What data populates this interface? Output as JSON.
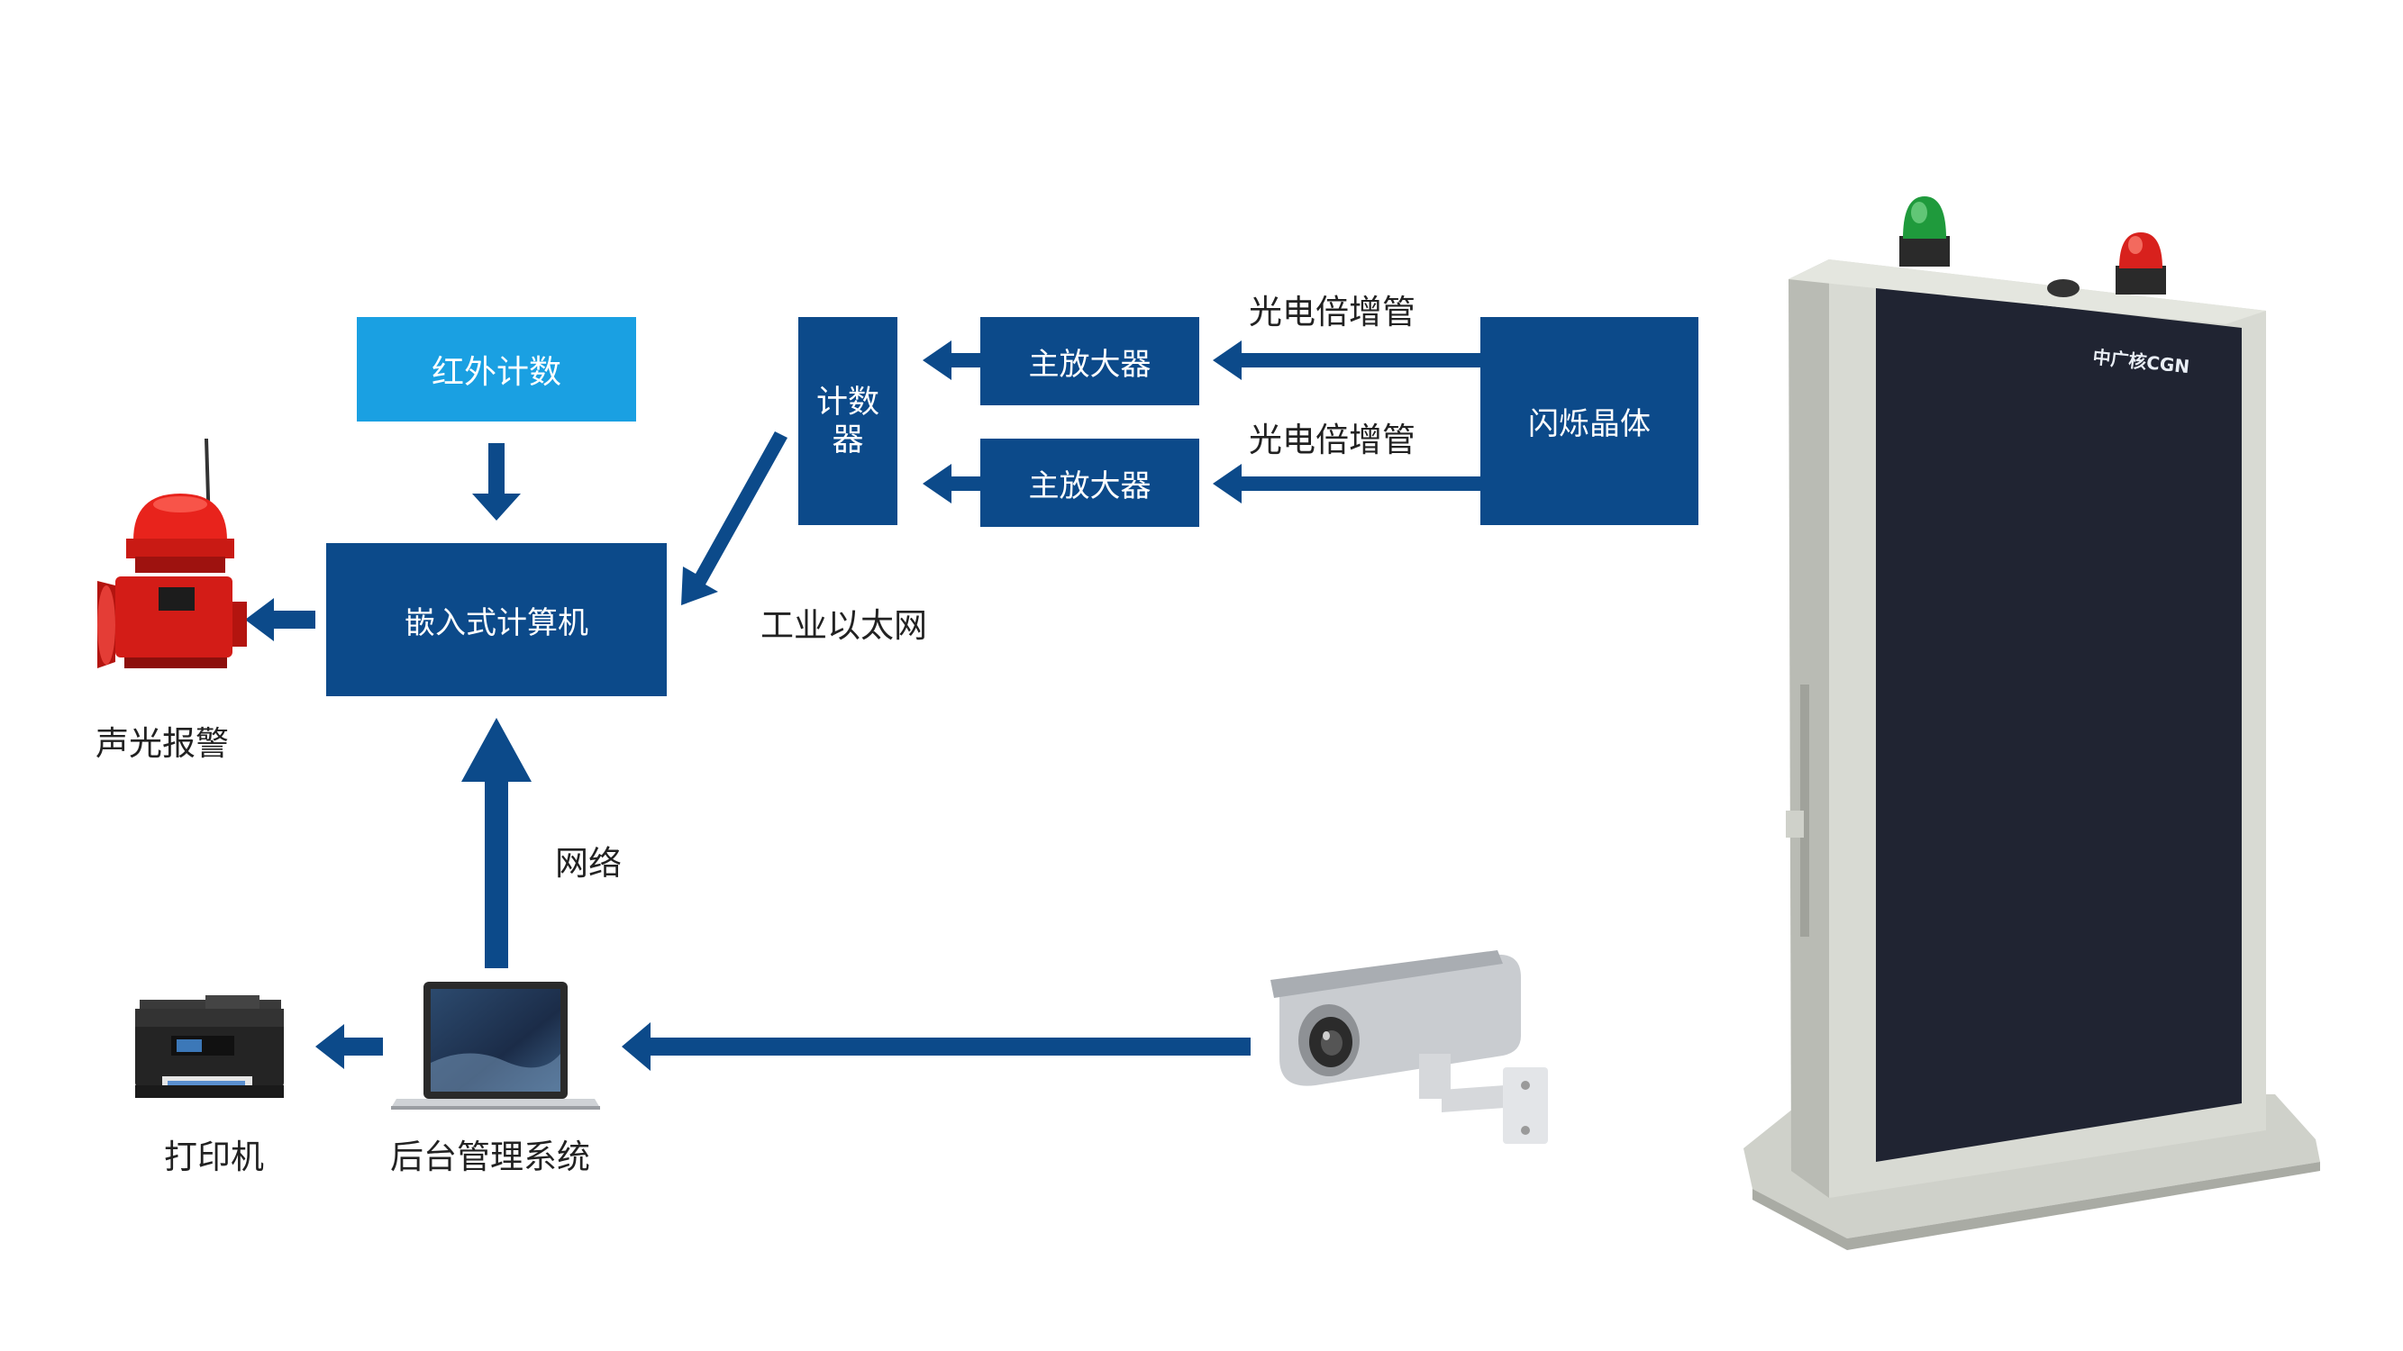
{
  "nodes": {
    "infrared_count": "红外计数",
    "embedded_computer": "嵌入式计算机",
    "counter": "计数器",
    "counter_line1": "计数",
    "counter_line2": "器",
    "main_amp_top": "主放大器",
    "main_amp_bottom": "主放大器",
    "scintillator": "闪烁晶体"
  },
  "labels": {
    "pmt_top": "光电倍增管",
    "pmt_bottom": "光电倍增管",
    "industrial_ethernet": "工业以太网",
    "network": "网络",
    "alarm": "声光报警",
    "printer": "打印机",
    "backend": "后台管理系统"
  },
  "device_logo_text": "中广核CGN",
  "colors": {
    "box_dark": "#0c4a8a",
    "box_light": "#1aa0e2",
    "arrow": "#0c4a8a",
    "panel": "#202432",
    "frame": "#d2d4cd",
    "beacon_green": "#1f9a3c",
    "beacon_red": "#d8211d"
  }
}
